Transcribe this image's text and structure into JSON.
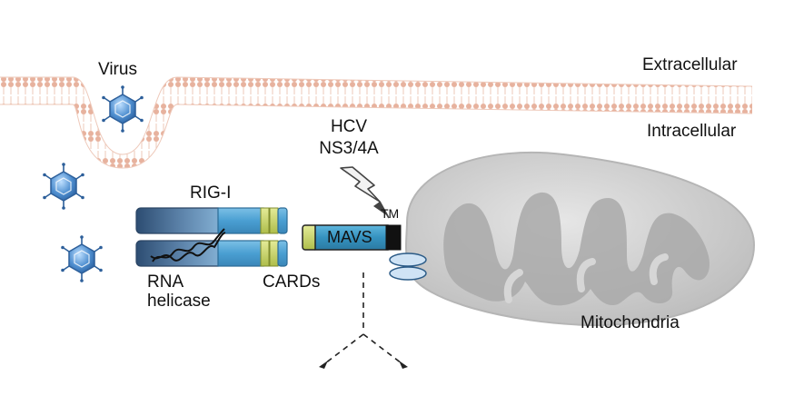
{
  "labels": {
    "virus": "Virus",
    "extracellular": "Extracellular",
    "intracellular": "Intracellular",
    "hcv_line1": "HCV",
    "hcv_line2": "NS3/4A",
    "rig_i": "RIG-I",
    "tm": "TM",
    "mavs": "MAVS",
    "rna_line1": "RNA",
    "rna_line2": "helicase",
    "cards": "CARDs",
    "mitochondria": "Mitochondria"
  },
  "colors": {
    "membrane": "#eec9ba",
    "membrane_dot": "#e7b29e",
    "helicase_dark": "#3f5f85",
    "helicase_light": "#7ea9cc",
    "card_blue": "#5aa6d6",
    "card_green": "#c6d36a",
    "mavs_fill": "#3b9bc6",
    "tm_black": "#111111",
    "mito_outer": "#c9c9c9",
    "mito_inner": "#a9a9a9",
    "virus_blue": "#4f8fd0",
    "lightning": "#f2f2f2"
  },
  "icons": [
    "virus-icon",
    "lightning-bolt-icon",
    "rna-strand-icon",
    "channel-icon"
  ]
}
